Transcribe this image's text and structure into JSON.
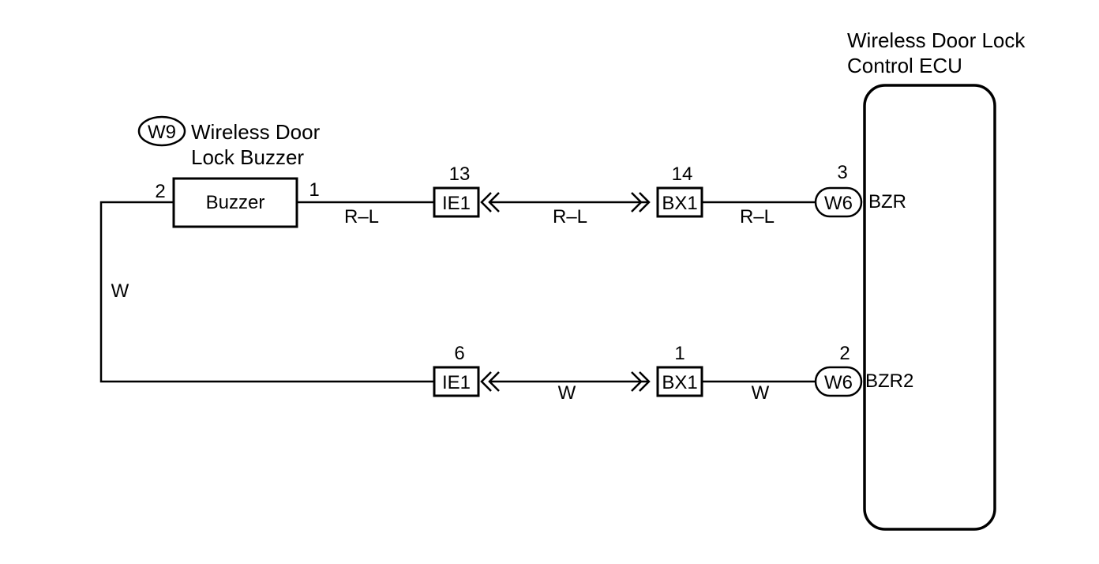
{
  "ecu": {
    "title_line1": "Wireless Door Lock",
    "title_line2": "Control ECU",
    "connector_id": "W6",
    "terminal_bzr": "BZR",
    "terminal_bzr2": "BZR2",
    "pin_bzr": "3",
    "pin_bzr2": "2"
  },
  "buzzer": {
    "connector_id": "W9",
    "name_line1": "Wireless Door",
    "name_line2": "Lock Buzzer",
    "box_label": "Buzzer",
    "pin_left": "2",
    "pin_right": "1"
  },
  "top_circuit": {
    "ie1_label": "IE1",
    "ie1_pin": "13",
    "bx1_label": "BX1",
    "bx1_pin": "14",
    "wire_colors": [
      "R–L",
      "R–L",
      "R–L"
    ]
  },
  "bottom_circuit": {
    "ie1_label": "IE1",
    "ie1_pin": "6",
    "bx1_label": "BX1",
    "bx1_pin": "1",
    "wire_colors": [
      "W",
      "W"
    ]
  },
  "ground_wire_color": "W"
}
